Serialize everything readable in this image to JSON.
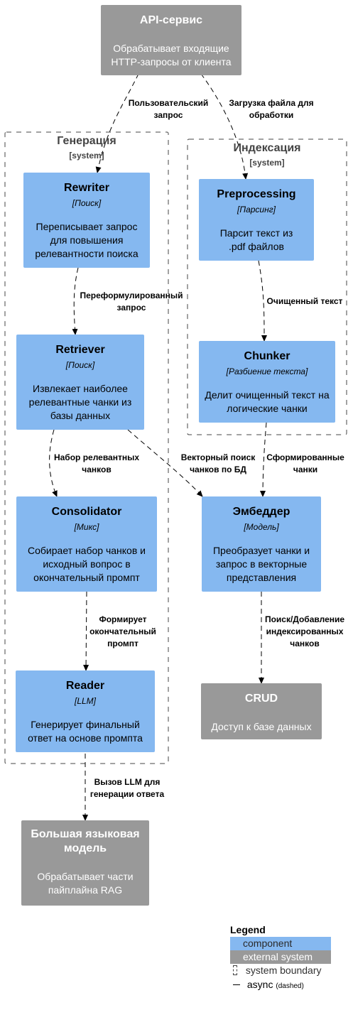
{
  "nodes": {
    "api": {
      "title": "API-сервис",
      "tech": "",
      "desc": "Обрабатывает входящие HTTP-запросы от клиента"
    },
    "rewriter": {
      "title": "Rewriter",
      "tech": "[Поиск]",
      "desc": "Переписывает запрос для повышения релевантности поиска"
    },
    "retriever": {
      "title": "Retriever",
      "tech": "[Поиск]",
      "desc": "Извлекает наиболее релевантные чанки из базы данных"
    },
    "consolidator": {
      "title": "Consolidator",
      "tech": "[Микс]",
      "desc": "Собирает набор чанков и исходный вопрос в окончательный промпт"
    },
    "reader": {
      "title": "Reader",
      "tech": "[LLM]",
      "desc": "Генерирует финальный ответ на основе промпта"
    },
    "preprocessing": {
      "title": "Preprocessing",
      "tech": "[Парсинг]",
      "desc": "Парсит текст из .pdf файлов"
    },
    "chunker": {
      "title": "Chunker",
      "tech": "[Разбиение текста]",
      "desc": "Делит очищенный текст на логические чанки"
    },
    "embedder": {
      "title": "Эмбеддер",
      "tech": "[Модель]",
      "desc": "Преобразует чанки и запрос в векторные представления"
    },
    "crud": {
      "title": "CRUD",
      "tech": "",
      "desc": "Доступ к базе данных"
    },
    "llm": {
      "title": "Большая языковая модель",
      "tech": "",
      "desc": "Обрабатывает части пайплайна RAG"
    }
  },
  "boundaries": {
    "generation": {
      "title": "Генерация",
      "type": "[system]"
    },
    "indexing": {
      "title": "Индексация",
      "type": "[system]"
    }
  },
  "edges": {
    "user_request": "Пользовательский запрос",
    "file_upload": "Загрузка файла для обработки",
    "reformulated": "Переформулированный запрос",
    "cleaned_text": "Очищенный текст",
    "relevant_set": "Набор релевантных чанков",
    "vector_search": "Векторный поиск чанков по БД",
    "formed_chunks": "Сформированные чанки",
    "final_prompt": "Формирует окончательный промпт",
    "search_add": "Поиск/Добавление индексированных чанков",
    "llm_call": "Вызов LLM для генерации ответа"
  },
  "legend": {
    "title": "Legend",
    "component": "component",
    "external": "external system",
    "boundary": "system boundary",
    "async_main": "async",
    "async_note": "(dashed)"
  },
  "colors": {
    "component": "#85b8f0",
    "external": "#999999",
    "boundary_stroke": "#444444"
  }
}
